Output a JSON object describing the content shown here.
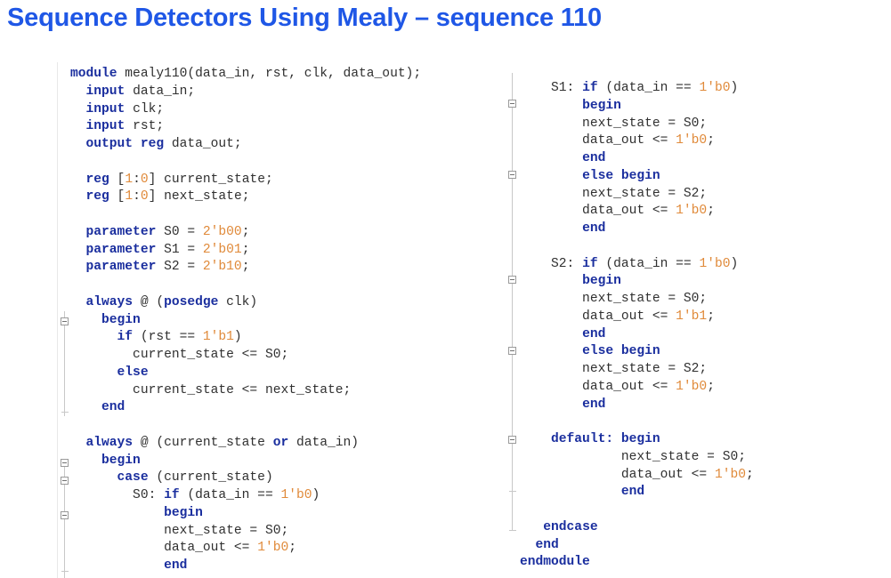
{
  "title": "Sequence Detectors Using Mealy – sequence 110",
  "left_code": [
    [
      [
        "kw",
        "module"
      ],
      [
        "t",
        " mealy110(data_in, rst, clk, data_out);"
      ]
    ],
    [
      [
        "t",
        "  "
      ],
      [
        "kw",
        "input"
      ],
      [
        "t",
        " data_in;"
      ]
    ],
    [
      [
        "t",
        "  "
      ],
      [
        "kw",
        "input"
      ],
      [
        "t",
        " clk;"
      ]
    ],
    [
      [
        "t",
        "  "
      ],
      [
        "kw",
        "input"
      ],
      [
        "t",
        " rst;"
      ]
    ],
    [
      [
        "t",
        "  "
      ],
      [
        "kw",
        "output reg"
      ],
      [
        "t",
        " data_out;"
      ]
    ],
    [
      [
        "t",
        ""
      ]
    ],
    [
      [
        "t",
        "  "
      ],
      [
        "kw",
        "reg"
      ],
      [
        "t",
        " ["
      ],
      [
        "num",
        "1"
      ],
      [
        "t",
        ":"
      ],
      [
        "num",
        "0"
      ],
      [
        "t",
        "] current_state;"
      ]
    ],
    [
      [
        "t",
        "  "
      ],
      [
        "kw",
        "reg"
      ],
      [
        "t",
        " ["
      ],
      [
        "num",
        "1"
      ],
      [
        "t",
        ":"
      ],
      [
        "num",
        "0"
      ],
      [
        "t",
        "] next_state;"
      ]
    ],
    [
      [
        "t",
        ""
      ]
    ],
    [
      [
        "t",
        "  "
      ],
      [
        "kw",
        "parameter"
      ],
      [
        "t",
        " S0 = "
      ],
      [
        "num",
        "2'b00"
      ],
      [
        "t",
        ";"
      ]
    ],
    [
      [
        "t",
        "  "
      ],
      [
        "kw",
        "parameter"
      ],
      [
        "t",
        " S1 = "
      ],
      [
        "num",
        "2'b01"
      ],
      [
        "t",
        ";"
      ]
    ],
    [
      [
        "t",
        "  "
      ],
      [
        "kw",
        "parameter"
      ],
      [
        "t",
        " S2 = "
      ],
      [
        "num",
        "2'b10"
      ],
      [
        "t",
        ";"
      ]
    ],
    [
      [
        "t",
        ""
      ]
    ],
    [
      [
        "t",
        "  "
      ],
      [
        "kw",
        "always"
      ],
      [
        "t",
        " @ ("
      ],
      [
        "kw",
        "posedge"
      ],
      [
        "t",
        " clk)"
      ]
    ],
    [
      [
        "t",
        "    "
      ],
      [
        "kw",
        "begin"
      ]
    ],
    [
      [
        "t",
        "      "
      ],
      [
        "kw",
        "if"
      ],
      [
        "t",
        " (rst == "
      ],
      [
        "num",
        "1'b1"
      ],
      [
        "t",
        ")"
      ]
    ],
    [
      [
        "t",
        "        current_state <= S0;"
      ]
    ],
    [
      [
        "t",
        "      "
      ],
      [
        "kw",
        "else"
      ]
    ],
    [
      [
        "t",
        "        current_state <= next_state;"
      ]
    ],
    [
      [
        "t",
        "    "
      ],
      [
        "kw",
        "end"
      ]
    ],
    [
      [
        "t",
        ""
      ]
    ],
    [
      [
        "t",
        "  "
      ],
      [
        "kw",
        "always"
      ],
      [
        "t",
        " @ (current_state "
      ],
      [
        "kw",
        "or"
      ],
      [
        "t",
        " data_in)"
      ]
    ],
    [
      [
        "t",
        "    "
      ],
      [
        "kw",
        "begin"
      ]
    ],
    [
      [
        "t",
        "      "
      ],
      [
        "kw",
        "case"
      ],
      [
        "t",
        " (current_state)"
      ]
    ],
    [
      [
        "t",
        "        S0: "
      ],
      [
        "kw",
        "if"
      ],
      [
        "t",
        " (data_in == "
      ],
      [
        "num",
        "1'b0"
      ],
      [
        "t",
        ")"
      ]
    ],
    [
      [
        "t",
        "            "
      ],
      [
        "kw",
        "begin"
      ]
    ],
    [
      [
        "t",
        "            next_state = S0;"
      ]
    ],
    [
      [
        "t",
        "            data_out <= "
      ],
      [
        "num",
        "1'b0"
      ],
      [
        "t",
        ";"
      ]
    ],
    [
      [
        "t",
        "            "
      ],
      [
        "kw",
        "end"
      ]
    ]
  ],
  "right_code": [
    [
      [
        "t",
        "    S1: "
      ],
      [
        "kw",
        "if"
      ],
      [
        "t",
        " (data_in == "
      ],
      [
        "num",
        "1'b0"
      ],
      [
        "t",
        ")"
      ]
    ],
    [
      [
        "t",
        "        "
      ],
      [
        "kw",
        "begin"
      ]
    ],
    [
      [
        "t",
        "        next_state = S0;"
      ]
    ],
    [
      [
        "t",
        "        data_out <= "
      ],
      [
        "num",
        "1'b0"
      ],
      [
        "t",
        ";"
      ]
    ],
    [
      [
        "t",
        "        "
      ],
      [
        "kw",
        "end"
      ]
    ],
    [
      [
        "t",
        "        "
      ],
      [
        "kw",
        "else begin"
      ]
    ],
    [
      [
        "t",
        "        next_state = S2;"
      ]
    ],
    [
      [
        "t",
        "        data_out <= "
      ],
      [
        "num",
        "1'b0"
      ],
      [
        "t",
        ";"
      ]
    ],
    [
      [
        "t",
        "        "
      ],
      [
        "kw",
        "end"
      ]
    ],
    [
      [
        "t",
        ""
      ]
    ],
    [
      [
        "t",
        "    S2: "
      ],
      [
        "kw",
        "if"
      ],
      [
        "t",
        " (data_in == "
      ],
      [
        "num",
        "1'b0"
      ],
      [
        "t",
        ")"
      ]
    ],
    [
      [
        "t",
        "        "
      ],
      [
        "kw",
        "begin"
      ]
    ],
    [
      [
        "t",
        "        next_state = S0;"
      ]
    ],
    [
      [
        "t",
        "        data_out <= "
      ],
      [
        "num",
        "1'b1"
      ],
      [
        "t",
        ";"
      ]
    ],
    [
      [
        "t",
        "        "
      ],
      [
        "kw",
        "end"
      ]
    ],
    [
      [
        "t",
        "        "
      ],
      [
        "kw",
        "else begin"
      ]
    ],
    [
      [
        "t",
        "        next_state = S2;"
      ]
    ],
    [
      [
        "t",
        "        data_out <= "
      ],
      [
        "num",
        "1'b0"
      ],
      [
        "t",
        ";"
      ]
    ],
    [
      [
        "t",
        "        "
      ],
      [
        "kw",
        "end"
      ]
    ],
    [
      [
        "t",
        ""
      ]
    ],
    [
      [
        "t",
        "    "
      ],
      [
        "kw",
        "default:"
      ],
      [
        "t",
        " "
      ],
      [
        "kw",
        "begin"
      ]
    ],
    [
      [
        "t",
        "             next_state = S0;"
      ]
    ],
    [
      [
        "t",
        "             data_out <= "
      ],
      [
        "num",
        "1'b0"
      ],
      [
        "t",
        ";"
      ]
    ],
    [
      [
        "t",
        "             "
      ],
      [
        "kw",
        "end"
      ]
    ],
    [
      [
        "t",
        ""
      ]
    ],
    [
      [
        "t",
        "   "
      ],
      [
        "kw",
        "endcase"
      ]
    ],
    [
      [
        "t",
        "  "
      ],
      [
        "kw",
        "end"
      ]
    ],
    [
      [
        "kw",
        "endmodule"
      ]
    ]
  ]
}
